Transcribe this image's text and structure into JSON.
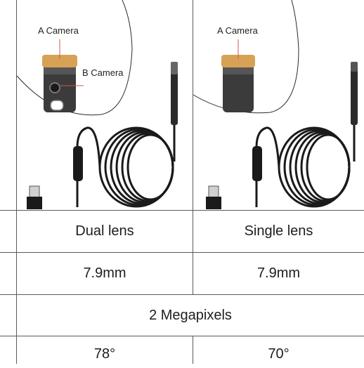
{
  "products": [
    {
      "key": "dual",
      "callouts": [
        "A Camera",
        "B Camera"
      ],
      "lens_label": "Dual lens",
      "diameter": "7.9mm",
      "view_angle": "78°"
    },
    {
      "key": "single",
      "callouts": [
        "A Camera"
      ],
      "lens_label": "Single lens",
      "diameter": "7.9mm",
      "view_angle": "70°"
    }
  ],
  "shared": {
    "resolution": "2 Megapixels"
  },
  "colors": {
    "grid_line": "#5a5a5a",
    "cable": "#1a1a1a",
    "lens_gold": "#d7a255",
    "callout_line": "#d9534f",
    "text": "#1d1d1d"
  },
  "icons": [
    "endoscope-camera-icon",
    "usb-connector-icon",
    "coiled-cable-icon"
  ]
}
